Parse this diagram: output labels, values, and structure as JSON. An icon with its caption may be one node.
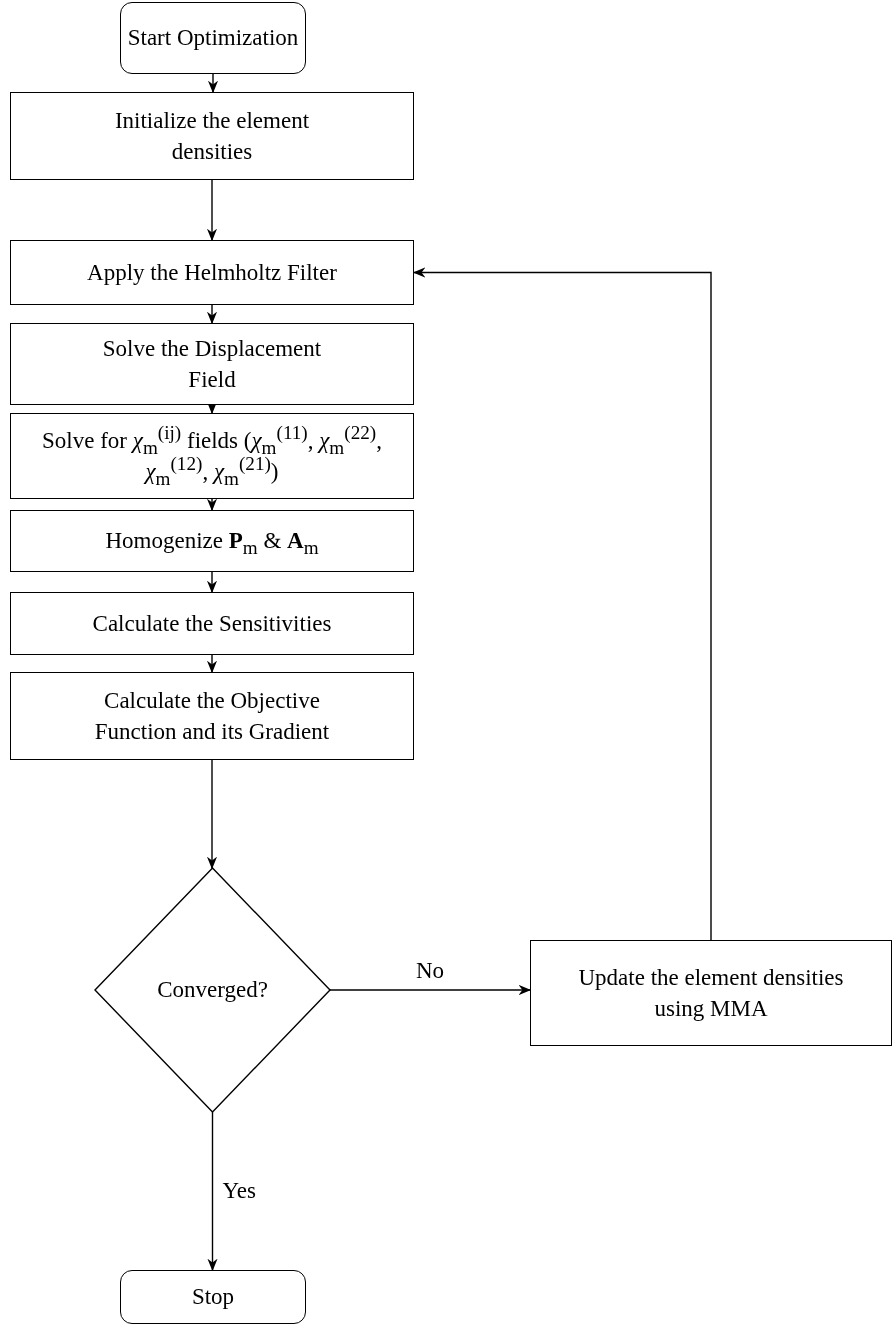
{
  "diagram": {
    "nodes": [
      {
        "text": [
          "Start Optimization"
        ]
      },
      {
        "text": [
          "Initialize the element densities"
        ]
      },
      {
        "text": [
          "Apply the Helmholtz Filter"
        ]
      },
      {
        "text": [
          "Solve the Displacement Field"
        ]
      },
      {
        "text": [
          "Solve for *χ*$_{m}$$^{(ij)}$ fields (*χ*$_{m}$$^{(11)}$, *χ*$_{m}$$^{(22)}$, *χ*$_{m}$$^{(12)}$, *χ*$_{m}$$^{(21)}$)"
        ]
      },
      {
        "text": [
          "Homogenize **P**$_{m}$ & **A**$_{m}$"
        ]
      },
      {
        "text": [
          "Calculate the Sensitivities"
        ]
      },
      {
        "text": [
          "Calculate the Objective Function and its Gradient"
        ]
      },
      {
        "text": [
          "Converged?"
        ]
      },
      {
        "text": [
          "Update the element densities using MMA"
        ]
      },
      {
        "text": [
          "Stop"
        ]
      }
    ],
    "edges": [
      {
        "from": 0,
        "to": 1,
        "arrow": "to"
      },
      {
        "from": 1,
        "to": 2,
        "arrow": "to"
      },
      {
        "from": 2,
        "to": 3,
        "arrow": "to"
      },
      {
        "from": 3,
        "to": 4,
        "arrow": "to"
      },
      {
        "from": 4,
        "to": 5,
        "arrow": "to"
      },
      {
        "from": 5,
        "to": 6,
        "arrow": "to"
      },
      {
        "from": 6,
        "to": 7,
        "arrow": "to"
      },
      {
        "from": 7,
        "to": 8,
        "arrow": "to"
      },
      {
        "from": 8,
        "to": 9,
        "arrow": "to",
        "label": "No"
      },
      {
        "from": 8,
        "to": 10,
        "arrow": "to",
        "label": "Yes"
      },
      {
        "from": 9,
        "to": 2,
        "arrow": "to"
      }
    ]
  }
}
